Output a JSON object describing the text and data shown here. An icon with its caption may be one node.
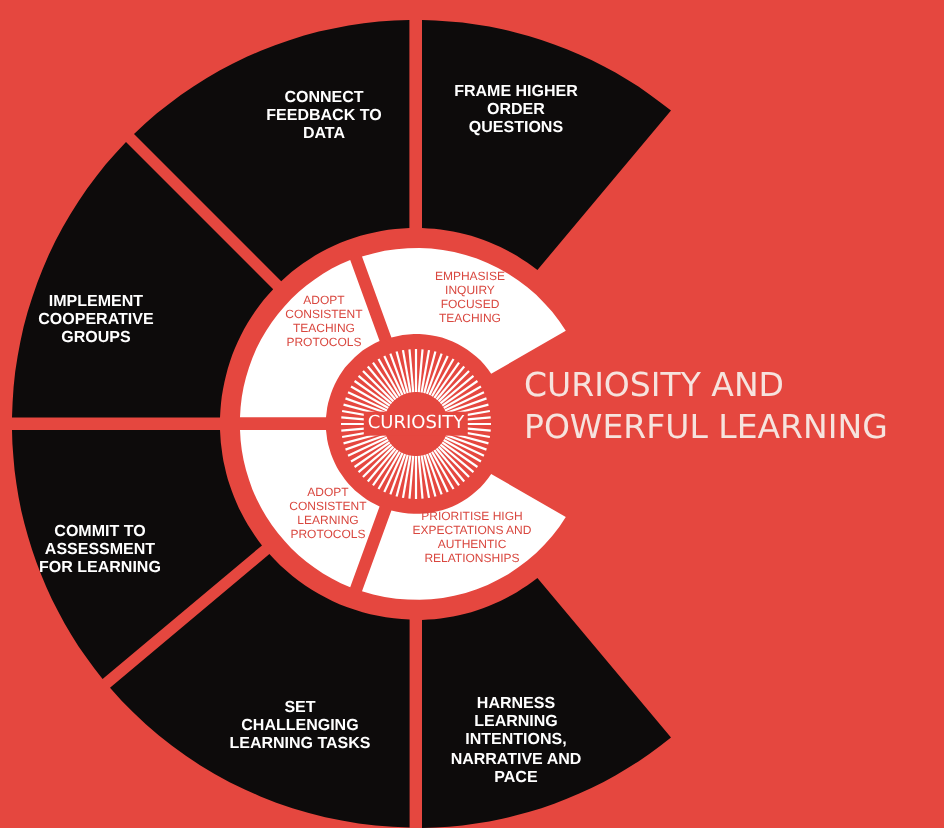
{
  "diagram": {
    "title": "CURIOSITY AND POWERFUL LEARNING",
    "nodes": [
      {
        "text": [
          "CONNECT FEEDBACK TO DATA"
        ]
      },
      {
        "text": [
          "FRAME HIGHER ORDER QUESTIONS"
        ]
      },
      {
        "text": [
          "EMPHASISE INQUIRY FOCUSED TEACHING"
        ]
      },
      {
        "text": [
          "IMPLEMENT COOPERATIVE GROUPS"
        ]
      },
      {
        "text": [
          "ADOPT CONSISTENT TEACHING PROTOCOLS"
        ]
      },
      {
        "text": [
          "CURIOSITY"
        ]
      },
      {
        "text": [
          "COMMIT TO ASSESSMENT FOR LEARNING"
        ]
      },
      {
        "text": [
          "ADOPT CONSISTENT LEARNING PROTOCOLS"
        ]
      },
      {
        "text": [
          "PRIORITISE HIGH EXPECTATIONS AND AUTHENTIC RELATIONSHIPS"
        ]
      },
      {
        "text": [
          "SET CHALLENGING LEARNING TASKS"
        ]
      },
      {
        "text": [
          "HARNESS LEARNING INTENTIONS, NARRATIVE AND PACE"
        ]
      }
    ],
    "edges": []
  }
}
